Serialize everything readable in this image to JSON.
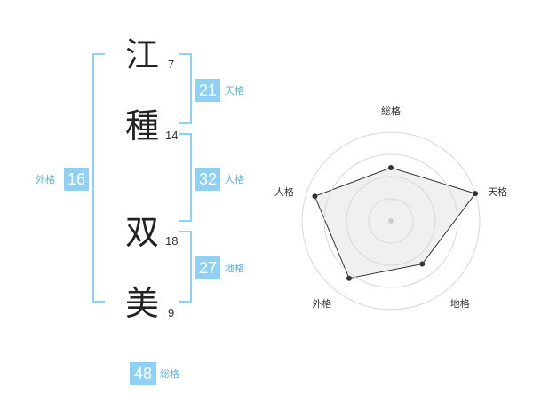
{
  "name_chars": [
    {
      "char": "江",
      "strokes": "7"
    },
    {
      "char": "種",
      "strokes": "14"
    },
    {
      "char": "双",
      "strokes": "18"
    },
    {
      "char": "美",
      "strokes": "9"
    }
  ],
  "kaku": {
    "tenkaku": {
      "value": "21",
      "label": "天格"
    },
    "jinkaku": {
      "value": "32",
      "label": "人格"
    },
    "chikaku": {
      "value": "27",
      "label": "地格"
    },
    "gaikaku": {
      "value": "16",
      "label": "外格"
    },
    "soukaku": {
      "value": "48",
      "label": "総格"
    }
  },
  "colors": {
    "accent": "#8fd0f5",
    "accent_text": "#5ab4e5",
    "radar_fill": "#f0f0f0",
    "radar_line": "#333333"
  },
  "chart_data": {
    "type": "radar",
    "axes": [
      "総格",
      "天格",
      "地格",
      "外格",
      "人格"
    ],
    "values": [
      0.6,
      1.0,
      0.6,
      0.8,
      0.9
    ],
    "rings": 4,
    "range": [
      0,
      1
    ]
  }
}
